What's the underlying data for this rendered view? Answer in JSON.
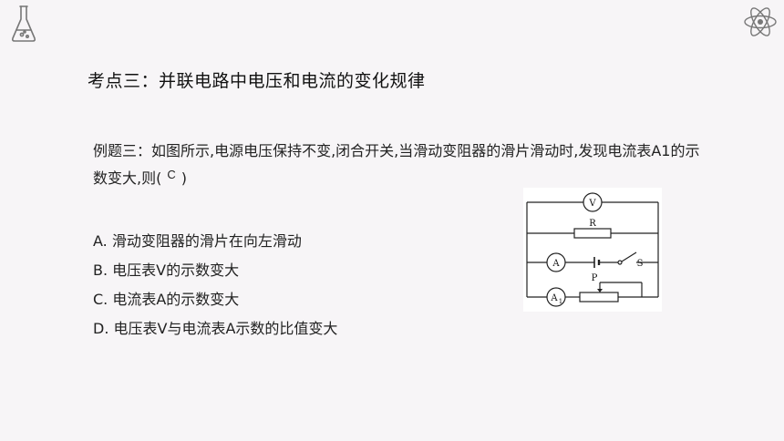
{
  "slide": {
    "title": "考点三：并联电路中电压和电流的变化规律",
    "question_part1": "例题三：如图所示,电源电压保持不变,闭合开关,当滑动变阻器的滑片滑动时,发现电流表A1的示数变大,则(",
    "answer": "C",
    "question_close": ")",
    "options": [
      "A. 滑动变阻器的滑片在向左滑动",
      "B. 电压表V的示数变大",
      "C. 电流表A的示数变大",
      "D. 电压表V与电流表A示数的比值变大"
    ]
  },
  "icons": {
    "top_left": "flask-icon",
    "top_right": "atom-icon"
  },
  "circuit": {
    "voltmeter": "V",
    "resistor": "R",
    "ammeter": "A",
    "switch": "S",
    "ammeter1": "A",
    "ammeter1_subscript": "1",
    "slider": "P"
  }
}
